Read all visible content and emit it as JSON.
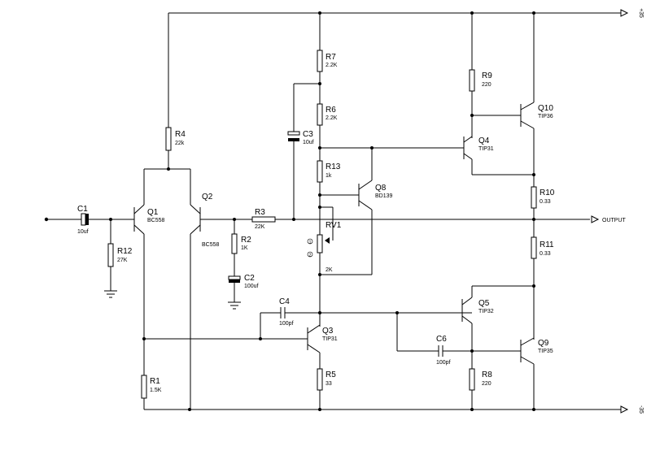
{
  "rails": {
    "positive": "+35",
    "negative": "-35"
  },
  "output_label": "OUTPUT",
  "components": {
    "R7": {
      "ref": "R7",
      "value": "2.2K"
    },
    "R6": {
      "ref": "R6",
      "value": "2.2K"
    },
    "R4": {
      "ref": "R4",
      "value": "22k"
    },
    "R9": {
      "ref": "R9",
      "value": "220"
    },
    "R13": {
      "ref": "R13",
      "value": "1k"
    },
    "R10": {
      "ref": "R10",
      "value": "0.33"
    },
    "R11": {
      "ref": "R11",
      "value": "0.33"
    },
    "R3": {
      "ref": "R3",
      "value": "22K"
    },
    "R2": {
      "ref": "R2",
      "value": "1K"
    },
    "R12": {
      "ref": "R12",
      "value": "27K"
    },
    "R1": {
      "ref": "R1",
      "value": "1.5K"
    },
    "R5": {
      "ref": "R5",
      "value": "33"
    },
    "R8": {
      "ref": "R8",
      "value": "220"
    },
    "RV1": {
      "ref": "RV1",
      "value": "2K"
    },
    "C1": {
      "ref": "C1",
      "value": "10uf"
    },
    "C2": {
      "ref": "C2",
      "value": "100uf"
    },
    "C3": {
      "ref": "C3",
      "value": "10uf"
    },
    "C4": {
      "ref": "C4",
      "value": "100pf"
    },
    "C6": {
      "ref": "C6",
      "value": "100pf"
    },
    "Q1": {
      "ref": "Q1",
      "value": "BC558"
    },
    "Q2": {
      "ref": "Q2",
      "value": "BC558"
    },
    "Q3": {
      "ref": "Q3",
      "value": "TIP31"
    },
    "Q4": {
      "ref": "Q4",
      "value": "TIP31"
    },
    "Q5": {
      "ref": "Q5",
      "value": "TIP32"
    },
    "Q8": {
      "ref": "Q8",
      "value": "BD139"
    },
    "Q9": {
      "ref": "Q9",
      "value": "TIP35"
    },
    "Q10": {
      "ref": "Q10",
      "value": "TIP36"
    }
  },
  "pot_pins": {
    "pin1": "1",
    "pin2": "2"
  }
}
